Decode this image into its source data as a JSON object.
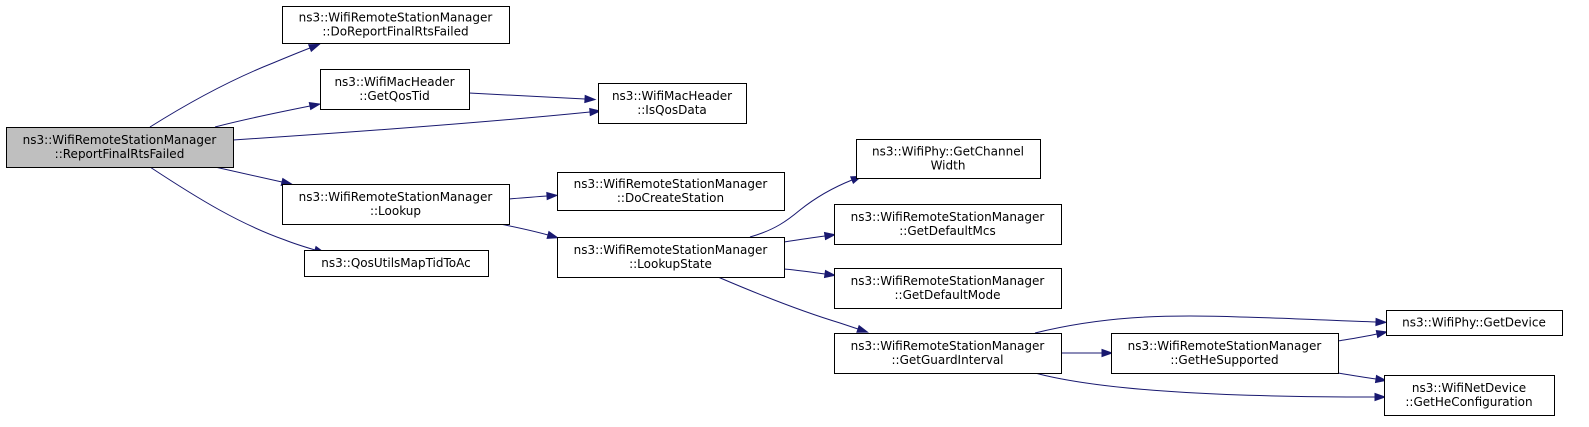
{
  "colors": {
    "root_fill": "#bfbfbf",
    "node_fill": "#ffffff",
    "edge_color": "#191970"
  },
  "nodes": [
    {
      "id": "report",
      "lines": [
        "ns3::WifiRemoteStationManager",
        "::ReportFinalRtsFailed"
      ],
      "root": true
    },
    {
      "id": "doreport",
      "lines": [
        "ns3::WifiRemoteStationManager",
        "::DoReportFinalRtsFailed"
      ]
    },
    {
      "id": "getqostid",
      "lines": [
        "ns3::WifiMacHeader",
        "::GetQosTid"
      ]
    },
    {
      "id": "isqosdata",
      "lines": [
        "ns3::WifiMacHeader",
        "::IsQosData"
      ]
    },
    {
      "id": "lookup",
      "lines": [
        "ns3::WifiRemoteStationManager",
        "::Lookup"
      ]
    },
    {
      "id": "qosutils",
      "lines": [
        "ns3::QosUtilsMapTidToAc"
      ]
    },
    {
      "id": "docreate",
      "lines": [
        "ns3::WifiRemoteStationManager",
        "::DoCreateStation"
      ]
    },
    {
      "id": "lookupstate",
      "lines": [
        "ns3::WifiRemoteStationManager",
        "::LookupState"
      ]
    },
    {
      "id": "chanwidth",
      "lines": [
        "ns3::WifiPhy::GetChannel",
        "Width"
      ]
    },
    {
      "id": "defmcs",
      "lines": [
        "ns3::WifiRemoteStationManager",
        "::GetDefaultMcs"
      ]
    },
    {
      "id": "defmode",
      "lines": [
        "ns3::WifiRemoteStationManager",
        "::GetDefaultMode"
      ]
    },
    {
      "id": "guard",
      "lines": [
        "ns3::WifiRemoteStationManager",
        "::GetGuardInterval"
      ]
    },
    {
      "id": "hesupp",
      "lines": [
        "ns3::WifiRemoteStationManager",
        "::GetHeSupported"
      ]
    },
    {
      "id": "getdevice",
      "lines": [
        "ns3::WifiPhy::GetDevice"
      ]
    },
    {
      "id": "heconf",
      "lines": [
        "ns3::WifiNetDevice",
        "::GetHeConfiguration"
      ]
    }
  ],
  "edges": [
    {
      "from": "report",
      "to": "doreport"
    },
    {
      "from": "report",
      "to": "getqostid"
    },
    {
      "from": "report",
      "to": "isqosdata"
    },
    {
      "from": "report",
      "to": "lookup"
    },
    {
      "from": "report",
      "to": "qosutils"
    },
    {
      "from": "getqostid",
      "to": "isqosdata"
    },
    {
      "from": "lookup",
      "to": "docreate"
    },
    {
      "from": "lookup",
      "to": "lookupstate"
    },
    {
      "from": "lookupstate",
      "to": "chanwidth"
    },
    {
      "from": "lookupstate",
      "to": "defmcs"
    },
    {
      "from": "lookupstate",
      "to": "defmode"
    },
    {
      "from": "lookupstate",
      "to": "guard"
    },
    {
      "from": "guard",
      "to": "getdevice"
    },
    {
      "from": "guard",
      "to": "hesupp"
    },
    {
      "from": "guard",
      "to": "heconf"
    },
    {
      "from": "hesupp",
      "to": "getdevice"
    },
    {
      "from": "hesupp",
      "to": "heconf"
    }
  ]
}
